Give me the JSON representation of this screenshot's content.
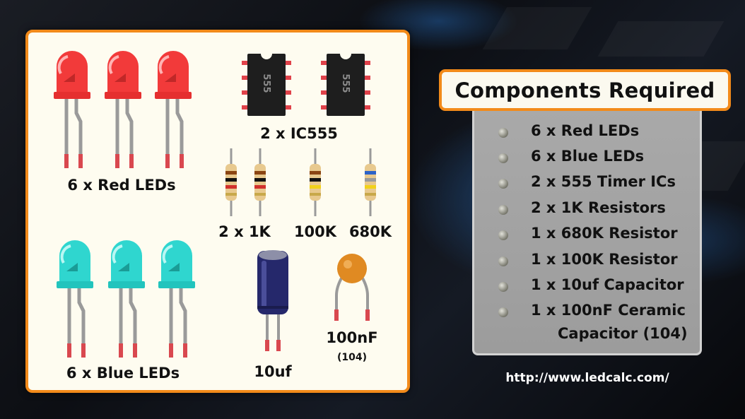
{
  "title": "Components Required",
  "components": [
    {
      "text": "6 x Red LEDs"
    },
    {
      "text": "6 x Blue LEDs"
    },
    {
      "text": "2 x 555 Timer ICs"
    },
    {
      "text": "2 x 1K Resistors"
    },
    {
      "text": "1 x 680K Resistor"
    },
    {
      "text": "1 x 100K Resistor"
    },
    {
      "text": "1 x 10uf Capacitor"
    },
    {
      "text": "1 x 100nF Ceramic",
      "continuation": "Capacitor (104)"
    }
  ],
  "illustration": {
    "red_leds_label": "6 x Red LEDs",
    "blue_leds_label": "6 x Blue LEDs",
    "ic_label": "2 x IC555",
    "ic_marking": "555",
    "resistor_1k_label": "2 x 1K",
    "resistor_100k_label": "100K",
    "resistor_680k_label": "680K",
    "electrolytic_label": "10uf",
    "ceramic_label": "100nF",
    "ceramic_sublabel": "(104)",
    "colors": {
      "red_led": "#f23a3a",
      "blue_led": "#2fd6cf",
      "panel_border": "#f28a1a",
      "ic_body": "#1e1e1e",
      "ic_pin": "#e0424a",
      "electrolytic_body": "#25286b",
      "ceramic_body": "#e08a22"
    }
  },
  "url": "http://www.ledcalc.com/"
}
